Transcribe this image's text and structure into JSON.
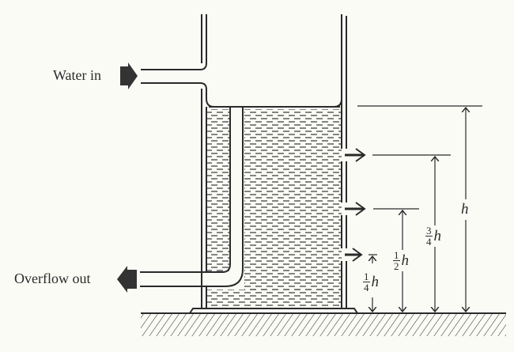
{
  "labels": {
    "water_in": "Water in",
    "overflow_out": "Overflow out",
    "total_height": "h",
    "three_quarter": {
      "num": "3",
      "den": "4",
      "var": "h"
    },
    "one_half": {
      "num": "1",
      "den": "2",
      "var": "h"
    },
    "one_quarter": {
      "num": "1",
      "den": "4",
      "var": "h"
    }
  },
  "colors": {
    "ink": "#2a2a2a",
    "paper": "#fbfbf6"
  }
}
